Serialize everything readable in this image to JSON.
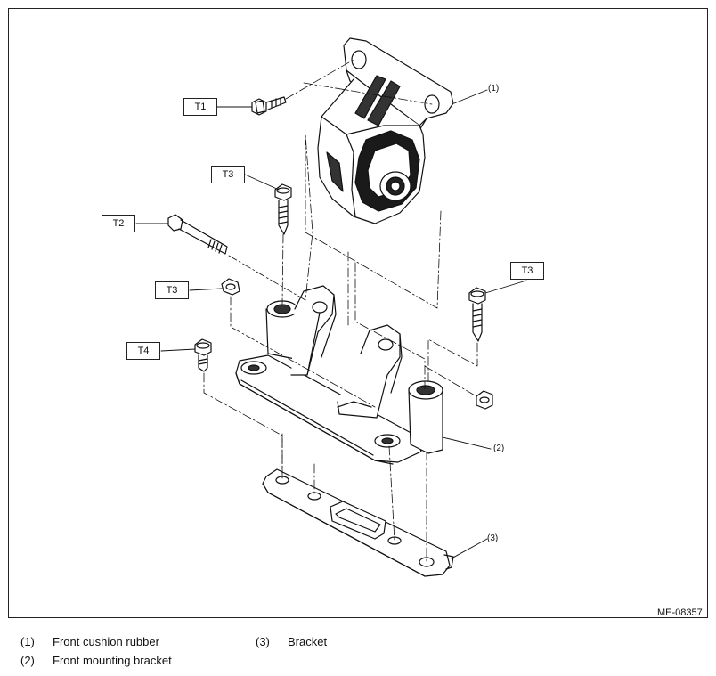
{
  "torque_tags": {
    "t1": "T1",
    "t3_upper": "T3",
    "t2": "T2",
    "t3_nut": "T3",
    "t3_right": "T3",
    "t4": "T4"
  },
  "callouts": {
    "c1": "(1)",
    "c2": "(2)",
    "c3": "(3)"
  },
  "figure_id": "ME-08357",
  "legend": [
    {
      "num": "(1)",
      "text": "Front cushion rubber"
    },
    {
      "num": "(2)",
      "text": "Front mounting bracket"
    },
    {
      "num": "(3)",
      "text": "Bracket"
    }
  ]
}
